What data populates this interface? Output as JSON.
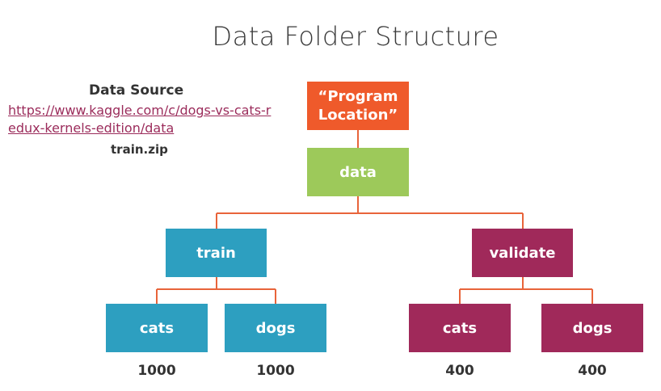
{
  "title": "Data Folder Structure",
  "source": {
    "heading": "Data Source",
    "link": "https://www.kaggle.com/c/dogs-vs-cats-redux-kernels-edition/data",
    "file": "train.zip"
  },
  "tree": {
    "root": "“Program Location”",
    "data": "data",
    "train": "train",
    "validate": "validate",
    "train_cats": "cats",
    "train_dogs": "dogs",
    "validate_cats": "cats",
    "validate_dogs": "dogs"
  },
  "counts": {
    "train_cats": "1000",
    "train_dogs": "1000",
    "validate_cats": "400",
    "validate_dogs": "400"
  },
  "colors": {
    "root": "#ef5a2b",
    "data": "#9dc95a",
    "train": "#2d9fc0",
    "validate": "#a0295a",
    "connector": "#e8643a"
  }
}
